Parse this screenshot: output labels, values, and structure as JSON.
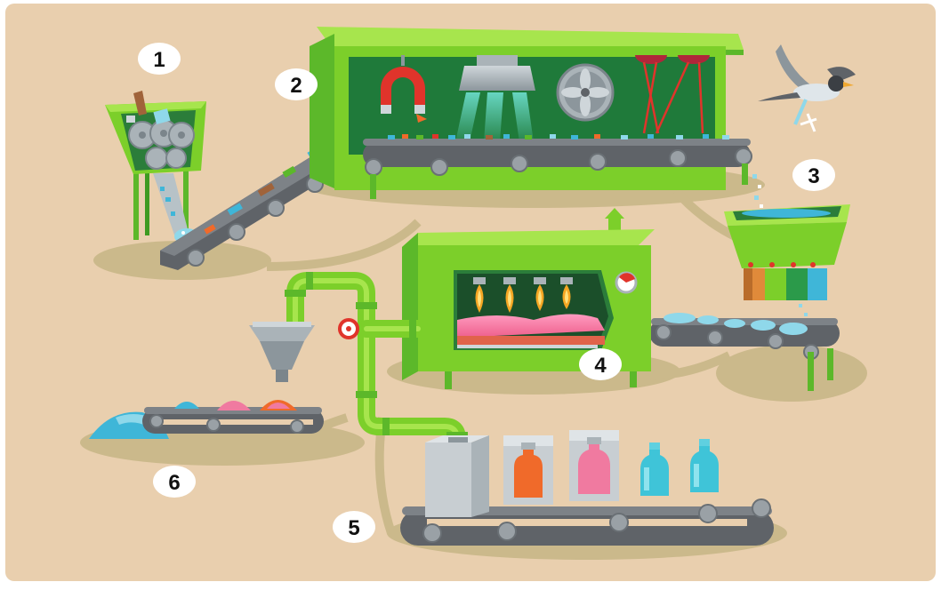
{
  "colors": {
    "background": "#e9cfae",
    "ground_shadow": "#c9b889",
    "machine_green": "#7ccf2a",
    "machine_dark_green": "#1f7a3a",
    "belt_dark": "#5f6368",
    "roller": "#9aa1a6",
    "accent_red": "#e0342b",
    "accent_blue": "#3fb6d8",
    "accent_pink": "#f07aa0",
    "accent_orange": "#f06a2a"
  },
  "steps": [
    {
      "number": "1",
      "icon": "shredder-hopper-icon"
    },
    {
      "number": "2",
      "icon": "sorting-machine-icon"
    },
    {
      "number": "3",
      "icon": "pellet-hopper-icon"
    },
    {
      "number": "4",
      "icon": "melting-furnace-icon"
    },
    {
      "number": "5",
      "icon": "bottle-molding-line-icon"
    },
    {
      "number": "6",
      "icon": "flake-cone-icon"
    }
  ]
}
